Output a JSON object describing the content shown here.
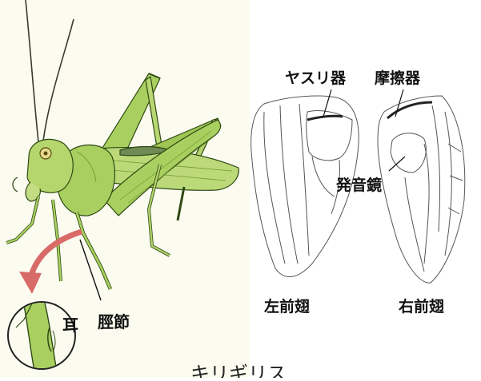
{
  "labels": {
    "yasuri": "ヤスリ器",
    "masatsu": "摩擦器",
    "hatsuon": "発音鏡",
    "left_wing": "左前翅",
    "right_wing": "右前翅",
    "tibia": "脛節",
    "ear": "耳",
    "title": "キリギリス"
  },
  "colors": {
    "body_fill": "#a9cf60",
    "body_light": "#cfe58f",
    "body_dark": "#6f9a2e",
    "outline": "#2f4a12",
    "wing_line": "#555555",
    "arrow": "#d86a68",
    "background_paper": "#fbfbf0"
  }
}
